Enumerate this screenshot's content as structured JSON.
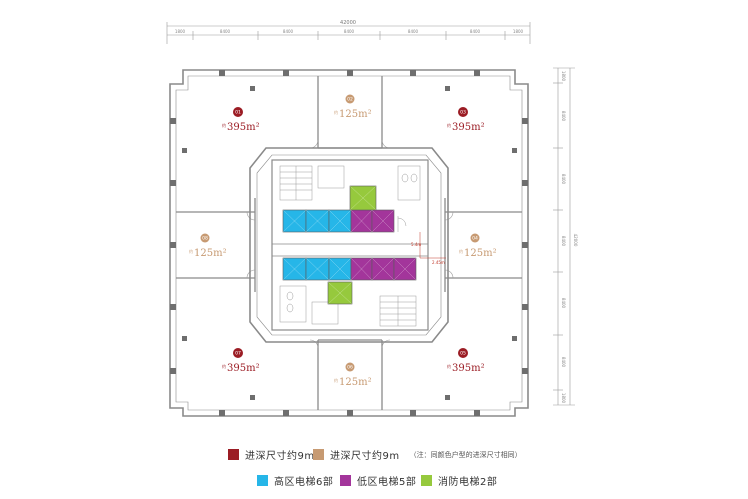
{
  "colors": {
    "deep_unit": "#9b1c24",
    "mid_unit": "#c79a72",
    "high_elevator": "#26b6e8",
    "low_elevator": "#a3359b",
    "fire_elevator": "#96c93d",
    "wall": "#8a8a8a",
    "dim": "#9a9a9a"
  },
  "dimensions": {
    "top_total": "42000",
    "top_segments": [
      "1800",
      "8400",
      "8400",
      "8400",
      "8400",
      "8400",
      "1800"
    ],
    "right_total": "42000",
    "right_segments": [
      "1800",
      "8400",
      "8400",
      "8400",
      "8400",
      "8400",
      "1800"
    ],
    "core_note_1": "5.4m",
    "core_note_2": "2.45m"
  },
  "units": [
    {
      "num": "01",
      "area": "395m²",
      "prefix": "约",
      "type": "deep"
    },
    {
      "num": "02",
      "area": "125m²",
      "prefix": "约",
      "type": "mid"
    },
    {
      "num": "03",
      "area": "395m²",
      "prefix": "约",
      "type": "deep"
    },
    {
      "num": "04",
      "area": "125m²",
      "prefix": "约",
      "type": "mid"
    },
    {
      "num": "05",
      "area": "395m²",
      "prefix": "约",
      "type": "deep"
    },
    {
      "num": "06",
      "area": "125m²",
      "prefix": "约",
      "type": "mid"
    },
    {
      "num": "07",
      "area": "395m²",
      "prefix": "约",
      "type": "deep"
    },
    {
      "num": "08",
      "area": "125m²",
      "prefix": "约",
      "type": "mid"
    }
  ],
  "legend": {
    "deep_label": "进深尺寸约9m",
    "mid_label": "进深尺寸约9m",
    "note": "（注：同颜色户型的进深尺寸相同）",
    "high_label": "高区电梯6部",
    "low_label": "低区电梯5部",
    "fire_label": "消防电梯2部"
  }
}
